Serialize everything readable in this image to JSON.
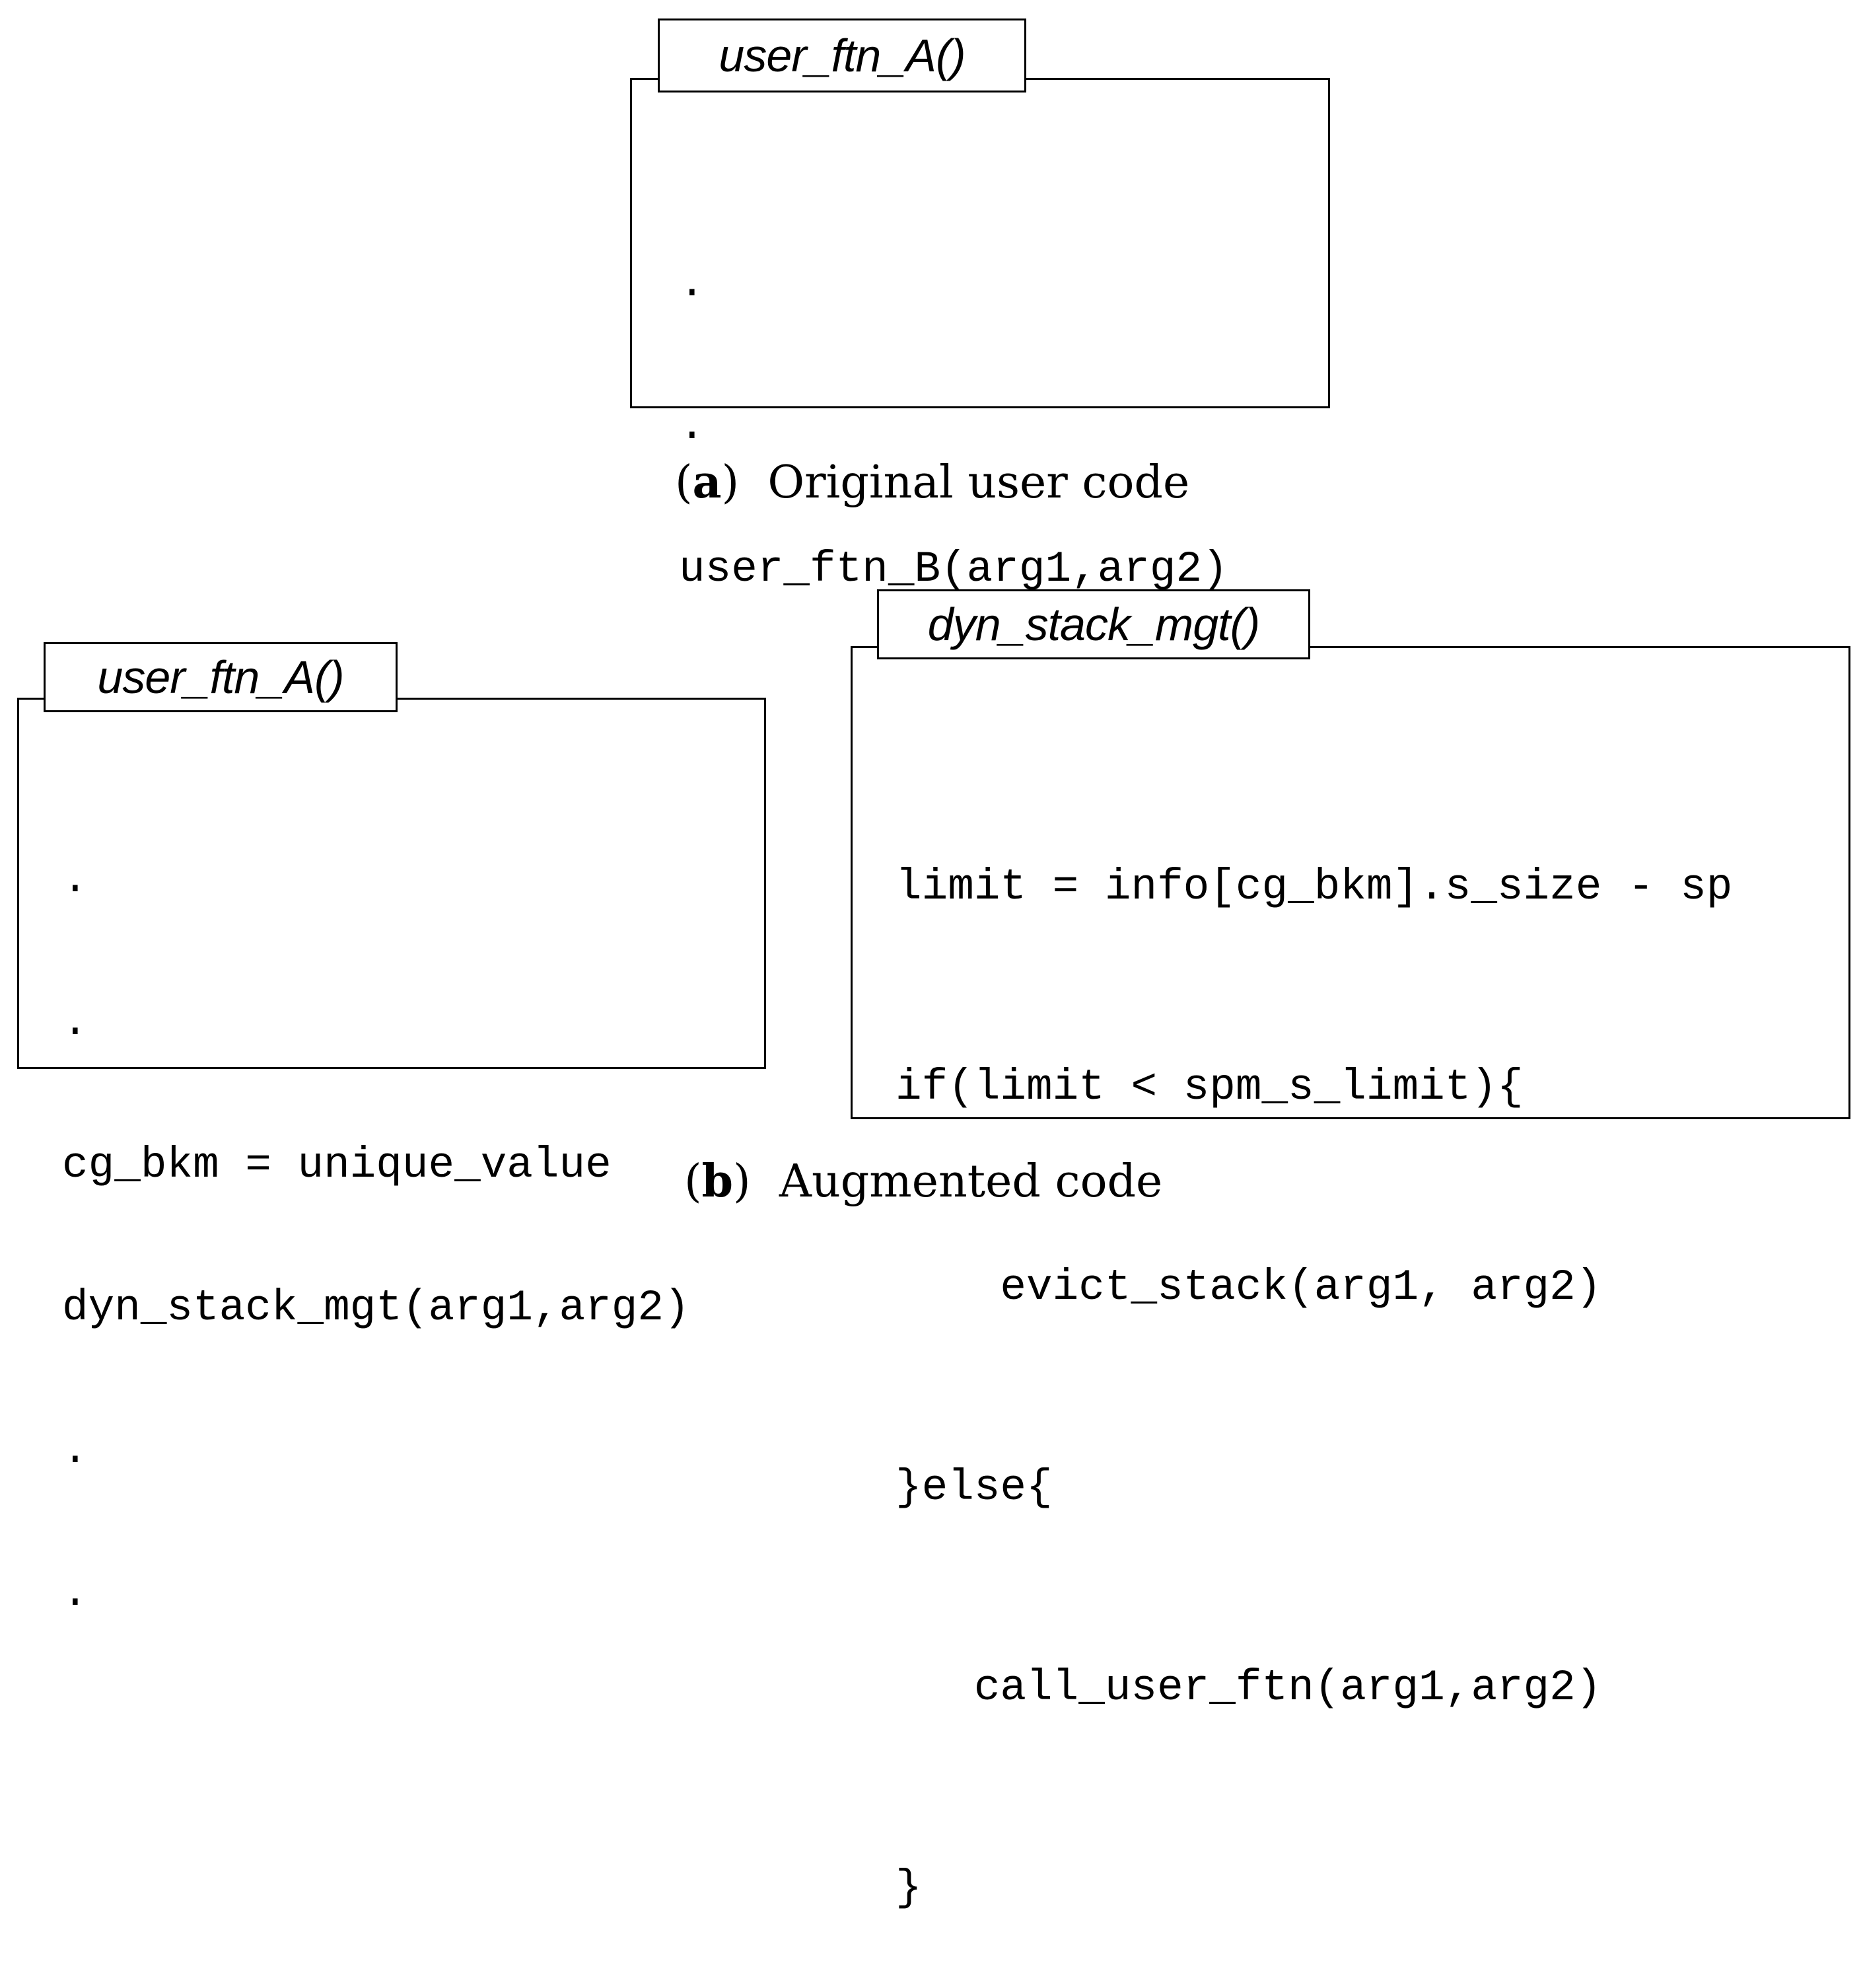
{
  "panel_a": {
    "title": "user_ftn_A()",
    "lines": [
      ".",
      ".",
      "user_ftn_B(arg1,arg2)",
      ".",
      "."
    ],
    "caption_letter": "a",
    "caption_text": "Original user code"
  },
  "panel_b_left": {
    "title": "user_ftn_A()",
    "lines": [
      ".",
      ".",
      "cg_bkm = unique_value",
      "dyn_stack_mgt(arg1,arg2)",
      ".",
      "."
    ]
  },
  "panel_b_right": {
    "title": "dyn_stack_mgt()",
    "lines": [
      "limit = info[cg_bkm].s_size - sp",
      "if(limit < spm_s_limit){",
      "    evict_stack(arg1, arg2)",
      "}else{",
      "   call_user_ftn(arg1,arg2)",
      "}"
    ]
  },
  "panel_b": {
    "caption_letter": "b",
    "caption_text": "Augmented code"
  }
}
